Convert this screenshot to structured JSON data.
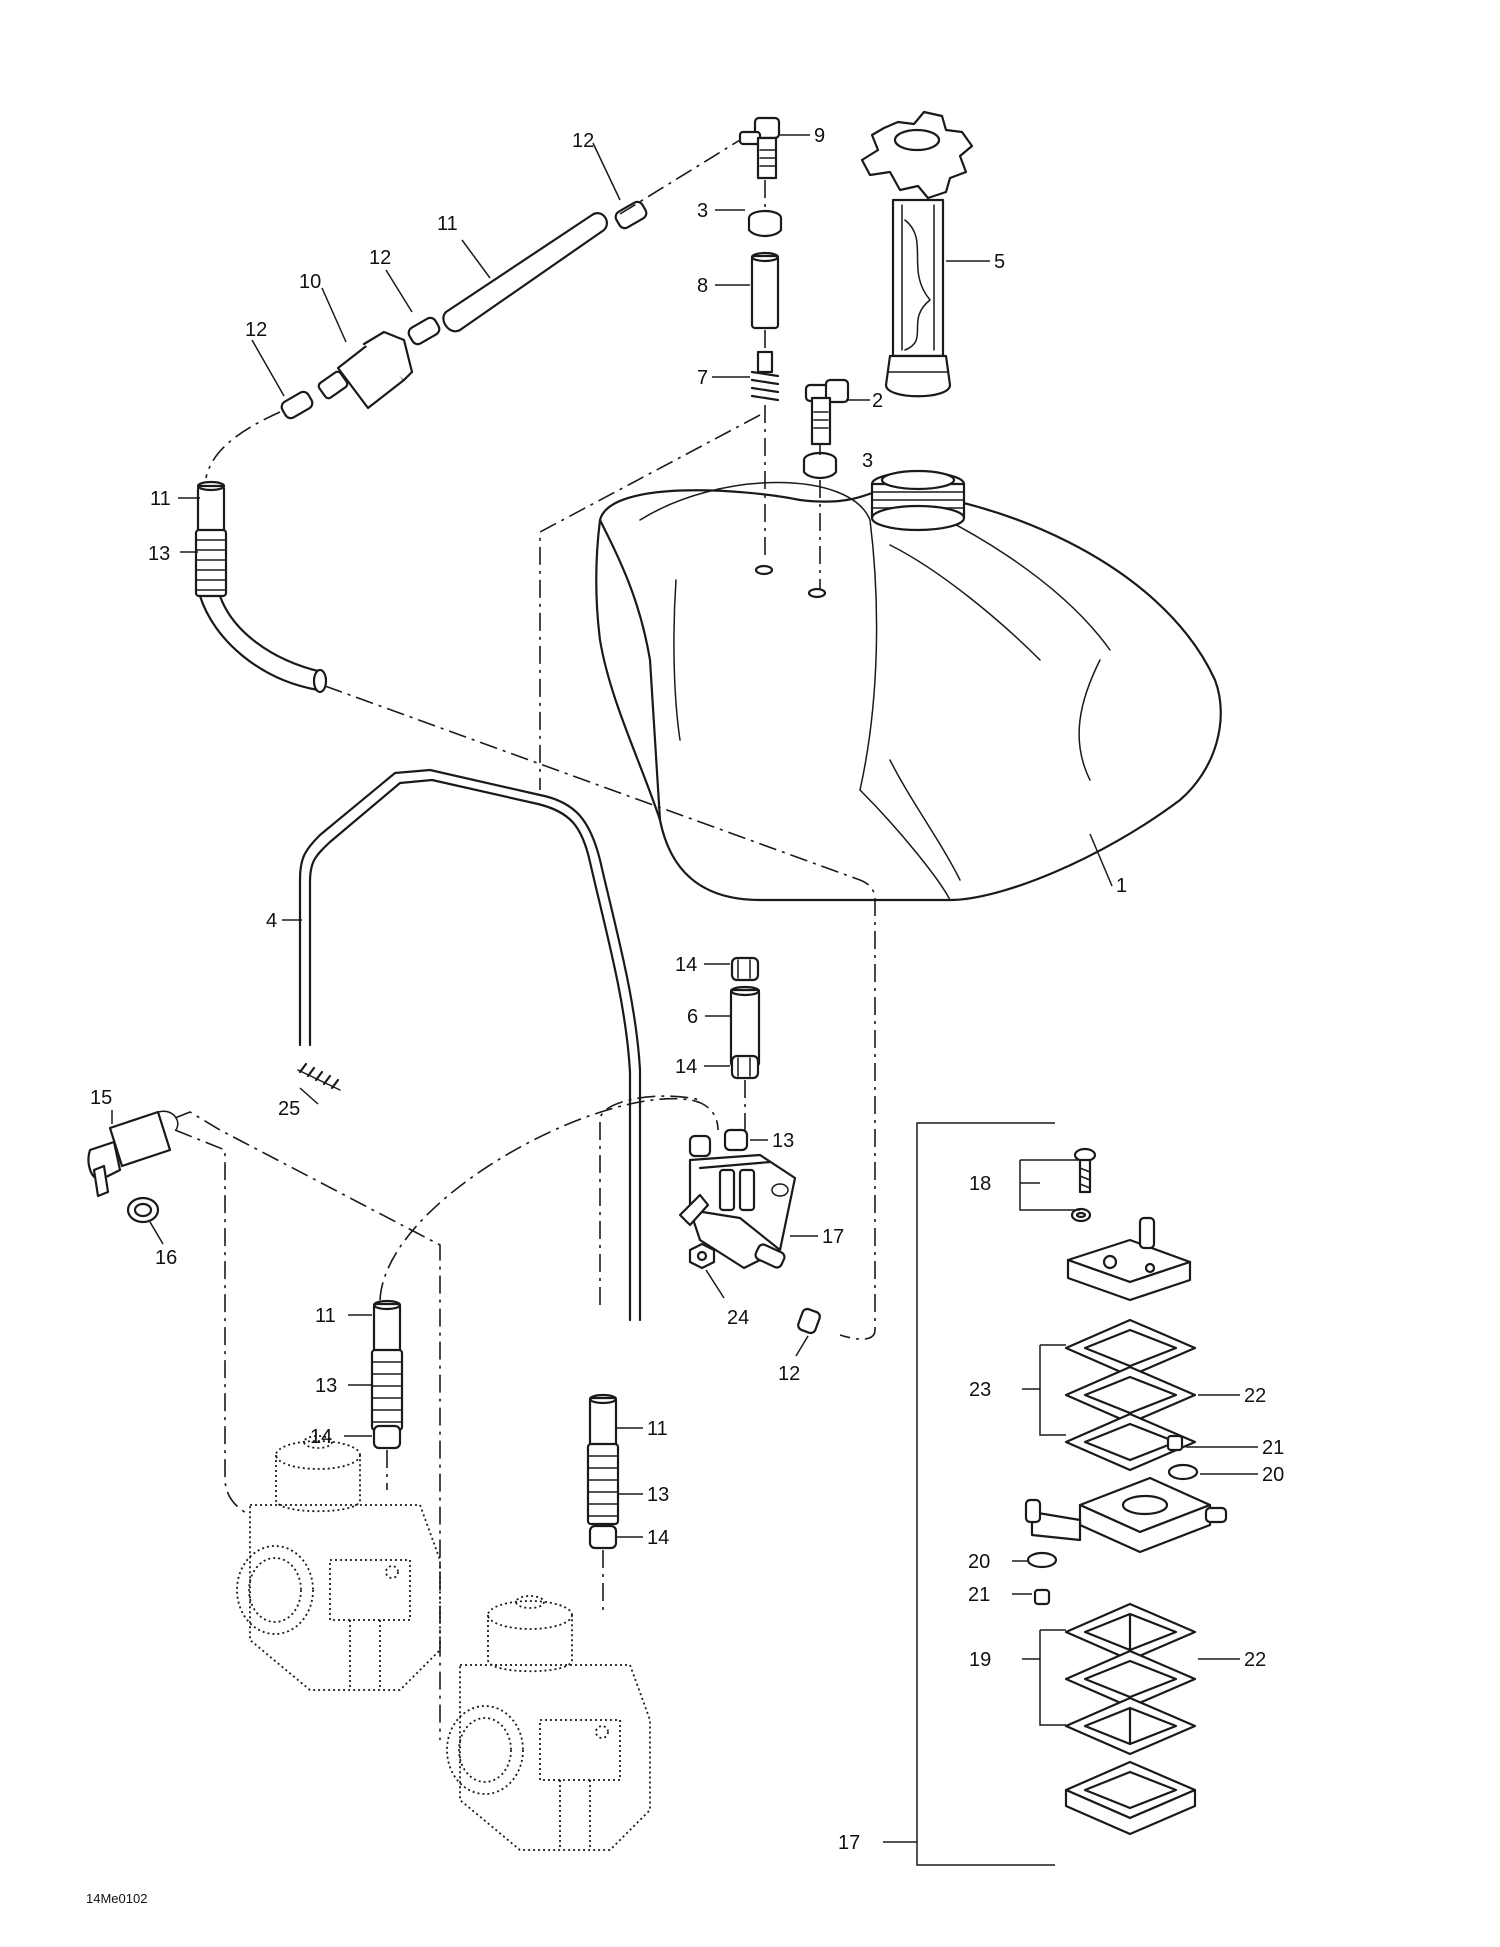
{
  "diagram": {
    "drawing_code": "14Me0102",
    "callouts": {
      "c1": "1",
      "c2": "2",
      "c3a": "3",
      "c3b": "3",
      "c4": "4",
      "c5": "5",
      "c6": "6",
      "c7": "7",
      "c8": "8",
      "c9": "9",
      "c10": "10",
      "c11a": "11",
      "c11b": "11",
      "c11c": "11",
      "c11d": "11",
      "c12a": "12",
      "c12b": "12",
      "c12c": "12",
      "c12d": "12",
      "c13a": "13",
      "c13b": "13",
      "c13c": "13",
      "c13d": "13",
      "c14a": "14",
      "c14b": "14",
      "c14c": "14",
      "c14d": "14",
      "c15": "15",
      "c16": "16",
      "c17a": "17",
      "c17b": "17",
      "c18": "18",
      "c19": "19",
      "c20a": "20",
      "c20b": "20",
      "c21a": "21",
      "c21b": "21",
      "c22a": "22",
      "c22b": "22",
      "c23": "23",
      "c24": "24",
      "c25": "25"
    }
  }
}
